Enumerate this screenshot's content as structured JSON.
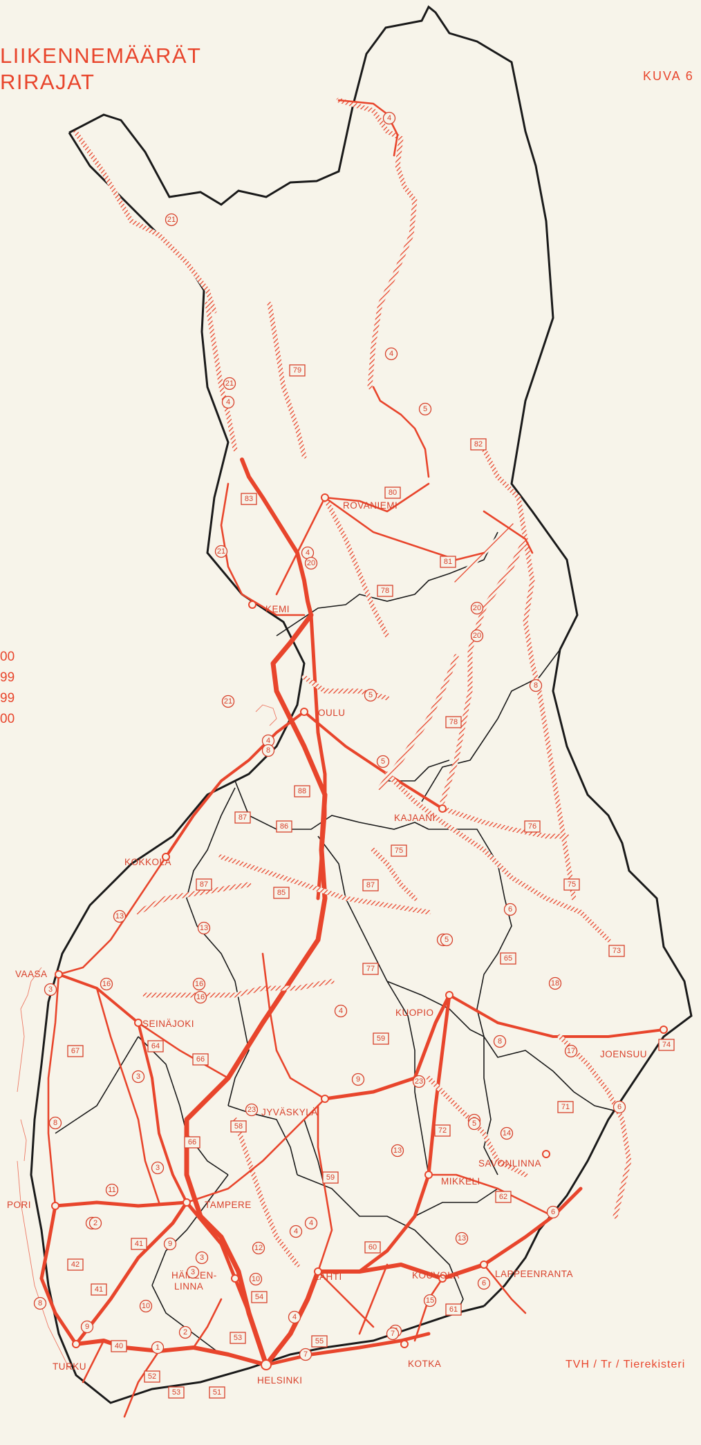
{
  "title_lines": [
    "LIIKENNEMÄÄRÄT",
    "RIRAJAT"
  ],
  "figure_label": "KUVA 6",
  "legend_values": [
    "00",
    "99",
    "99",
    "00"
  ],
  "credit": "TVH / Tr / Tierekisteri",
  "colors": {
    "road": "#e8452c",
    "border": "#1a1a1a",
    "paper": "#f7f4ea"
  },
  "cities": [
    {
      "id": "rovaniemi",
      "label": "ROVANIEMI"
    },
    {
      "id": "kemi",
      "label": "KEMI"
    },
    {
      "id": "oulu",
      "label": "OULU"
    },
    {
      "id": "kajaani",
      "label": "KAJAANI"
    },
    {
      "id": "kokkola",
      "label": "KOKKOLA"
    },
    {
      "id": "vaasa",
      "label": "VAASA"
    },
    {
      "id": "seinajoki",
      "label": "SEINÄJOKI"
    },
    {
      "id": "kuopio",
      "label": "KUOPIO"
    },
    {
      "id": "joensuu",
      "label": "JOENSUU"
    },
    {
      "id": "jyvaskyla",
      "label": "JYVÄSKYLÄ"
    },
    {
      "id": "savonlinna",
      "label": "SAVONLINNA"
    },
    {
      "id": "mikkeli",
      "label": "MIKKELI"
    },
    {
      "id": "pori",
      "label": "PORI"
    },
    {
      "id": "tampere",
      "label": "TAMPERE"
    },
    {
      "id": "hameenlinna1",
      "label": "HÄMEEN-"
    },
    {
      "id": "hameenlinna2",
      "label": "LINNA"
    },
    {
      "id": "lahti",
      "label": "LAHTI"
    },
    {
      "id": "kouvola",
      "label": "KOUVOLA"
    },
    {
      "id": "lappeenranta",
      "label": "LAPPEENRANTA"
    },
    {
      "id": "turku",
      "label": "TURKU"
    },
    {
      "id": "kotka",
      "label": "KOTKA"
    },
    {
      "id": "helsinki",
      "label": "HELSINKI"
    }
  ],
  "road_numbers": {
    "circled": [
      "4",
      "21",
      "4",
      "5",
      "21",
      "4",
      "4",
      "20",
      "20",
      "5",
      "8",
      "4",
      "5",
      "21",
      "8",
      "16",
      "16",
      "13",
      "3",
      "4",
      "13",
      "9",
      "23",
      "23",
      "5",
      "14",
      "11",
      "2",
      "9",
      "3",
      "12",
      "10",
      "10",
      "4",
      "6",
      "7",
      "15",
      "13",
      "6",
      "6",
      "17",
      "18",
      "5",
      "13",
      "8",
      "20",
      "8",
      "9",
      "1",
      "2",
      "3",
      "3",
      "5",
      "4",
      "7",
      "8",
      "3",
      "2",
      "7",
      "4",
      "16",
      "5",
      "21",
      "6"
    ],
    "boxed": [
      "79",
      "82",
      "80",
      "83",
      "81",
      "78",
      "78",
      "88",
      "87",
      "86",
      "85",
      "87",
      "87",
      "76",
      "75",
      "77",
      "73",
      "74",
      "65",
      "67",
      "64",
      "66",
      "59",
      "58",
      "66",
      "72",
      "59",
      "62",
      "71",
      "60",
      "41",
      "42",
      "41",
      "40",
      "54",
      "53",
      "55",
      "52",
      "53",
      "51",
      "61",
      "75"
    ]
  }
}
